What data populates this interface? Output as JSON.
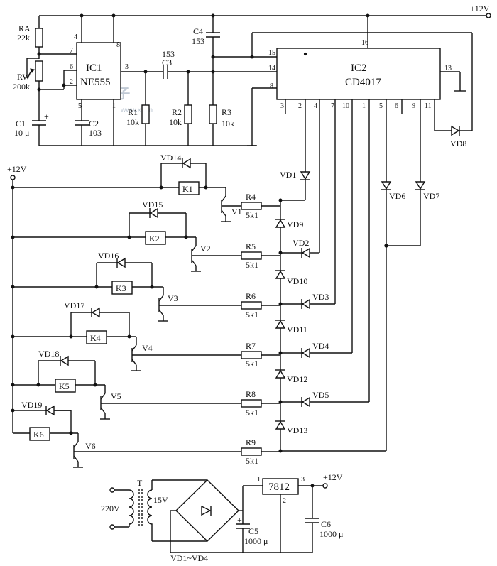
{
  "supply": {
    "top": "+12V",
    "left": "+12V",
    "out": "+12V"
  },
  "ic1": {
    "ref": "IC1",
    "part": "NE555",
    "pins": [
      "7",
      "6",
      "2",
      "5",
      "4",
      "8",
      "3",
      "1"
    ]
  },
  "ic2": {
    "ref": "IC2",
    "part": "CD4017",
    "pins": [
      "15",
      "14",
      "8",
      "16",
      "13",
      "3",
      "2",
      "4",
      "7",
      "10",
      "1",
      "5",
      "6",
      "9",
      "11"
    ]
  },
  "timing": {
    "ra": "RA",
    "ra_val": "22k",
    "rw": "RW",
    "rw_val": "200k",
    "c1": "C1",
    "c1_val": "10 μ",
    "c2": "C2",
    "c2_val": "103",
    "c3": "C3",
    "c3_val": "153",
    "c4": "C4",
    "c4_val": "153",
    "r1": "R1",
    "r1_val": "10k",
    "r2": "R2",
    "r2_val": "10k",
    "r3": "R3",
    "r3_val": "10k"
  },
  "stages": [
    {
      "relay": "K1",
      "transistor": "V1",
      "resistor": "R4",
      "res_val": "5k1",
      "flyback": "VD14",
      "steer": "VD9",
      "input": "VD1"
    },
    {
      "relay": "K2",
      "transistor": "V2",
      "resistor": "R5",
      "res_val": "5k1",
      "flyback": "VD15",
      "steer": "VD10",
      "input": "VD2"
    },
    {
      "relay": "K3",
      "transistor": "V3",
      "resistor": "R6",
      "res_val": "5k1",
      "flyback": "VD16",
      "steer": "VD11",
      "input": "VD3"
    },
    {
      "relay": "K4",
      "transistor": "V4",
      "resistor": "R7",
      "res_val": "5k1",
      "flyback": "VD17",
      "steer": "VD12",
      "input": "VD4"
    },
    {
      "relay": "K5",
      "transistor": "V5",
      "resistor": "R8",
      "res_val": "5k1",
      "flyback": "VD18",
      "steer": "VD13",
      "input": "VD5"
    },
    {
      "relay": "K6",
      "transistor": "V6",
      "resistor": "R9",
      "res_val": "5k1",
      "flyback": "VD19"
    }
  ],
  "extra_diodes": {
    "vd6": "VD6",
    "vd7": "VD7",
    "vd8": "VD8"
  },
  "psu": {
    "mains": "220V",
    "transformer": "T",
    "secondary": "15V",
    "bridge": "VD1~VD4",
    "regulator": "7812",
    "reg_pins": [
      "1",
      "2",
      "3"
    ],
    "c5": "C5",
    "c5_val": "1000 μ",
    "c6": "C6",
    "c6_val": "1000 μ"
  },
  "watermark": {
    "text": "電 子",
    "site": "www.x  .cn"
  }
}
